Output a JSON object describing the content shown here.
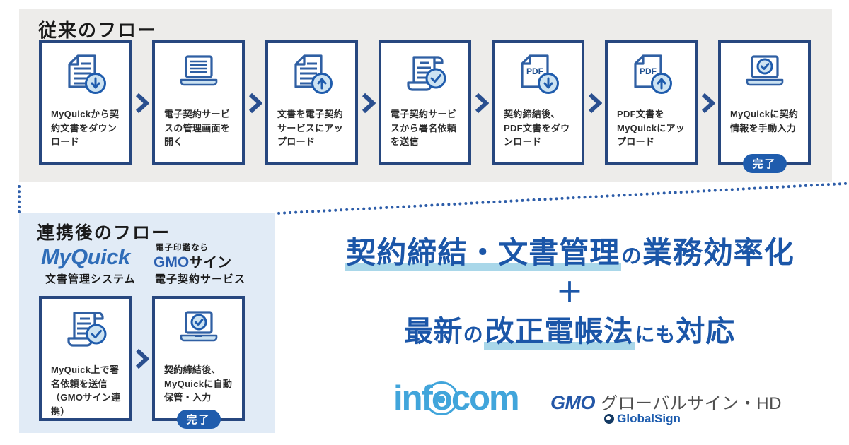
{
  "colors": {
    "panel_gray": "#edecea",
    "panel_blue": "#e1ebf6",
    "box_border_navy": "#27477f",
    "icon_blue": "#2f5fa3",
    "badge_blue": "#1f5cad",
    "icon_light_fill": "#cde3f2",
    "headline_blue": "#1b56a8",
    "underline_lightblue": "#a9d7e9",
    "infocom_blue": "#41a5db"
  },
  "legacy_flow": {
    "title": "従来のフロー",
    "steps": [
      {
        "icon": "doc-download-icon",
        "text": "MyQuickから契約文書をダウンロード"
      },
      {
        "icon": "laptop-icon",
        "text": "電子契約サービスの管理画面を開く"
      },
      {
        "icon": "doc-upload-icon",
        "text": "文書を電子契約サービスにアップロード"
      },
      {
        "icon": "scroll-check-icon",
        "text": "電子契約サービスから署名依頼を送信"
      },
      {
        "icon": "pdf-download-icon",
        "text": "契約締結後、PDF文書をダウンロード"
      },
      {
        "icon": "pdf-upload-icon",
        "text": "PDF文書をMyQuickにアップロード"
      },
      {
        "icon": "laptop-check-icon",
        "text": "MyQuickに契約情報を手動入力",
        "badge": "完了"
      }
    ]
  },
  "integrated_flow": {
    "title": "連携後のフロー",
    "myquick_logo": "MyQuick",
    "myquick_label": "文書管理システム",
    "gmo_tagline": "電子印鑑なら",
    "gmo_logo_gmo": "GMO",
    "gmo_logo_sign": "サイン",
    "gmo_label": "電子契約サービス",
    "steps": [
      {
        "icon": "scroll-check-icon",
        "text": "MyQuick上で署名依頼を送信（GMOサイン連携）"
      },
      {
        "icon": "laptop-check-icon",
        "text": "契約締結後、MyQuickに自動保管・入力",
        "badge": "完了"
      }
    ]
  },
  "headline": {
    "line1_highlight": "契約締結・文書管理",
    "line1_particle": "の",
    "line1_rest": "業務効率化",
    "plus": "＋",
    "line2_lead": "最新",
    "line2_particle": "の",
    "line2_highlight": "改正電帳法",
    "line2_small": "にも",
    "line2_rest": "対応"
  },
  "footer_logos": {
    "infocom_part1": "inf",
    "infocom_o": "o",
    "infocom_part2": "com",
    "gmo_hd_gmo": "GMO",
    "gmo_hd_rest": "グローバルサイン・HD",
    "globalsign": "GlobalSign"
  }
}
